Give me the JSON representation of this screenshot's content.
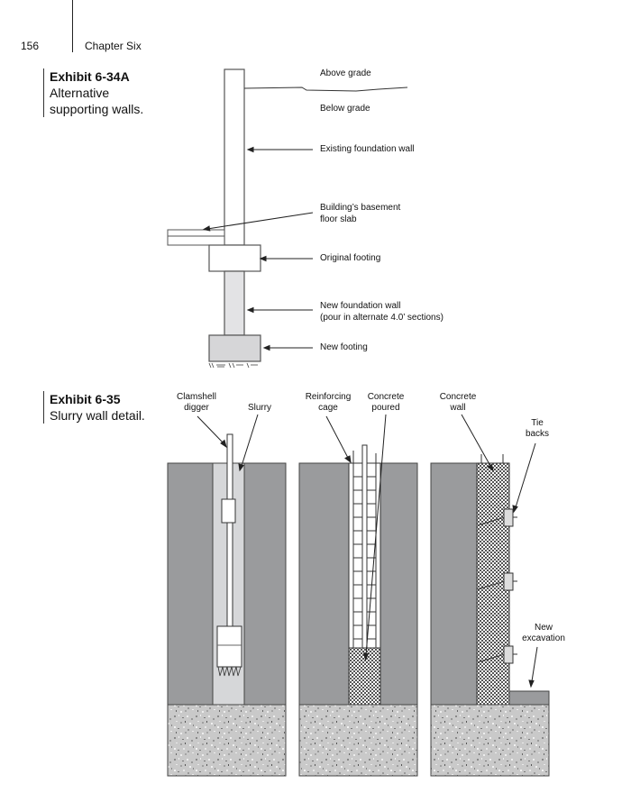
{
  "header": {
    "page_number": "156",
    "chapter": "Chapter Six"
  },
  "exhibit_a": {
    "title": "Exhibit 6-34A",
    "caption_line1": "Alternative",
    "caption_line2": "supporting walls.",
    "labels": {
      "above_grade": "Above grade",
      "below_grade": "Below grade",
      "existing_wall": "Existing foundation wall",
      "slab_line1": "Building’s basement",
      "slab_line2": "floor slab",
      "original_footing": "Original footing",
      "new_wall_line1": "New foundation wall",
      "new_wall_line2": "(pour in alternate 4.0’ sections)",
      "new_footing": "New footing"
    }
  },
  "exhibit_b": {
    "title": "Exhibit 6-35",
    "caption": "Slurry wall detail.",
    "labels": {
      "clamshell_line1": "Clamshell",
      "clamshell_line2": "digger",
      "slurry": "Slurry",
      "reinforcing_line1": "Reinforcing",
      "reinforcing_line2": "cage",
      "concrete_poured_line1": "Concrete",
      "concrete_poured_line2": "poured",
      "concrete_wall_line1": "Concrete",
      "concrete_wall_line2": "wall",
      "tie_backs_line1": "Tie",
      "tie_backs_line2": "backs",
      "new_excavation_line1": "New",
      "new_excavation_line2": "excavation"
    }
  },
  "colors": {
    "soil": "#9a9b9d",
    "slurry": "#d6d7d9",
    "new_wall": "#e3e3e5",
    "bedrock": "#c8c8c8"
  }
}
